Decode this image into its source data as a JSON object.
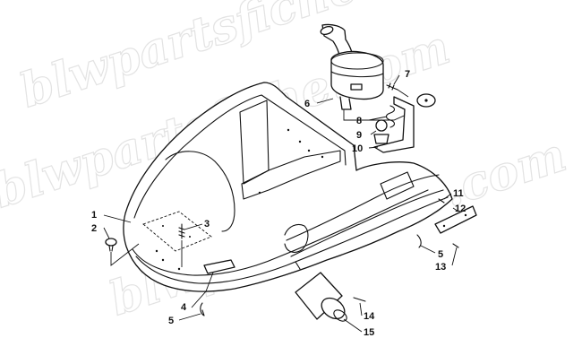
{
  "watermark": {
    "text": "blwpartsfiche.com"
  },
  "callouts": [
    "1",
    "2",
    "3",
    "4",
    "5",
    "5",
    "6",
    "7",
    "8",
    "9",
    "10",
    "11",
    "12",
    "13",
    "14",
    "15"
  ],
  "colors": {
    "line": "#111111",
    "background": "#ffffff",
    "watermark": "#e3e3e3"
  }
}
